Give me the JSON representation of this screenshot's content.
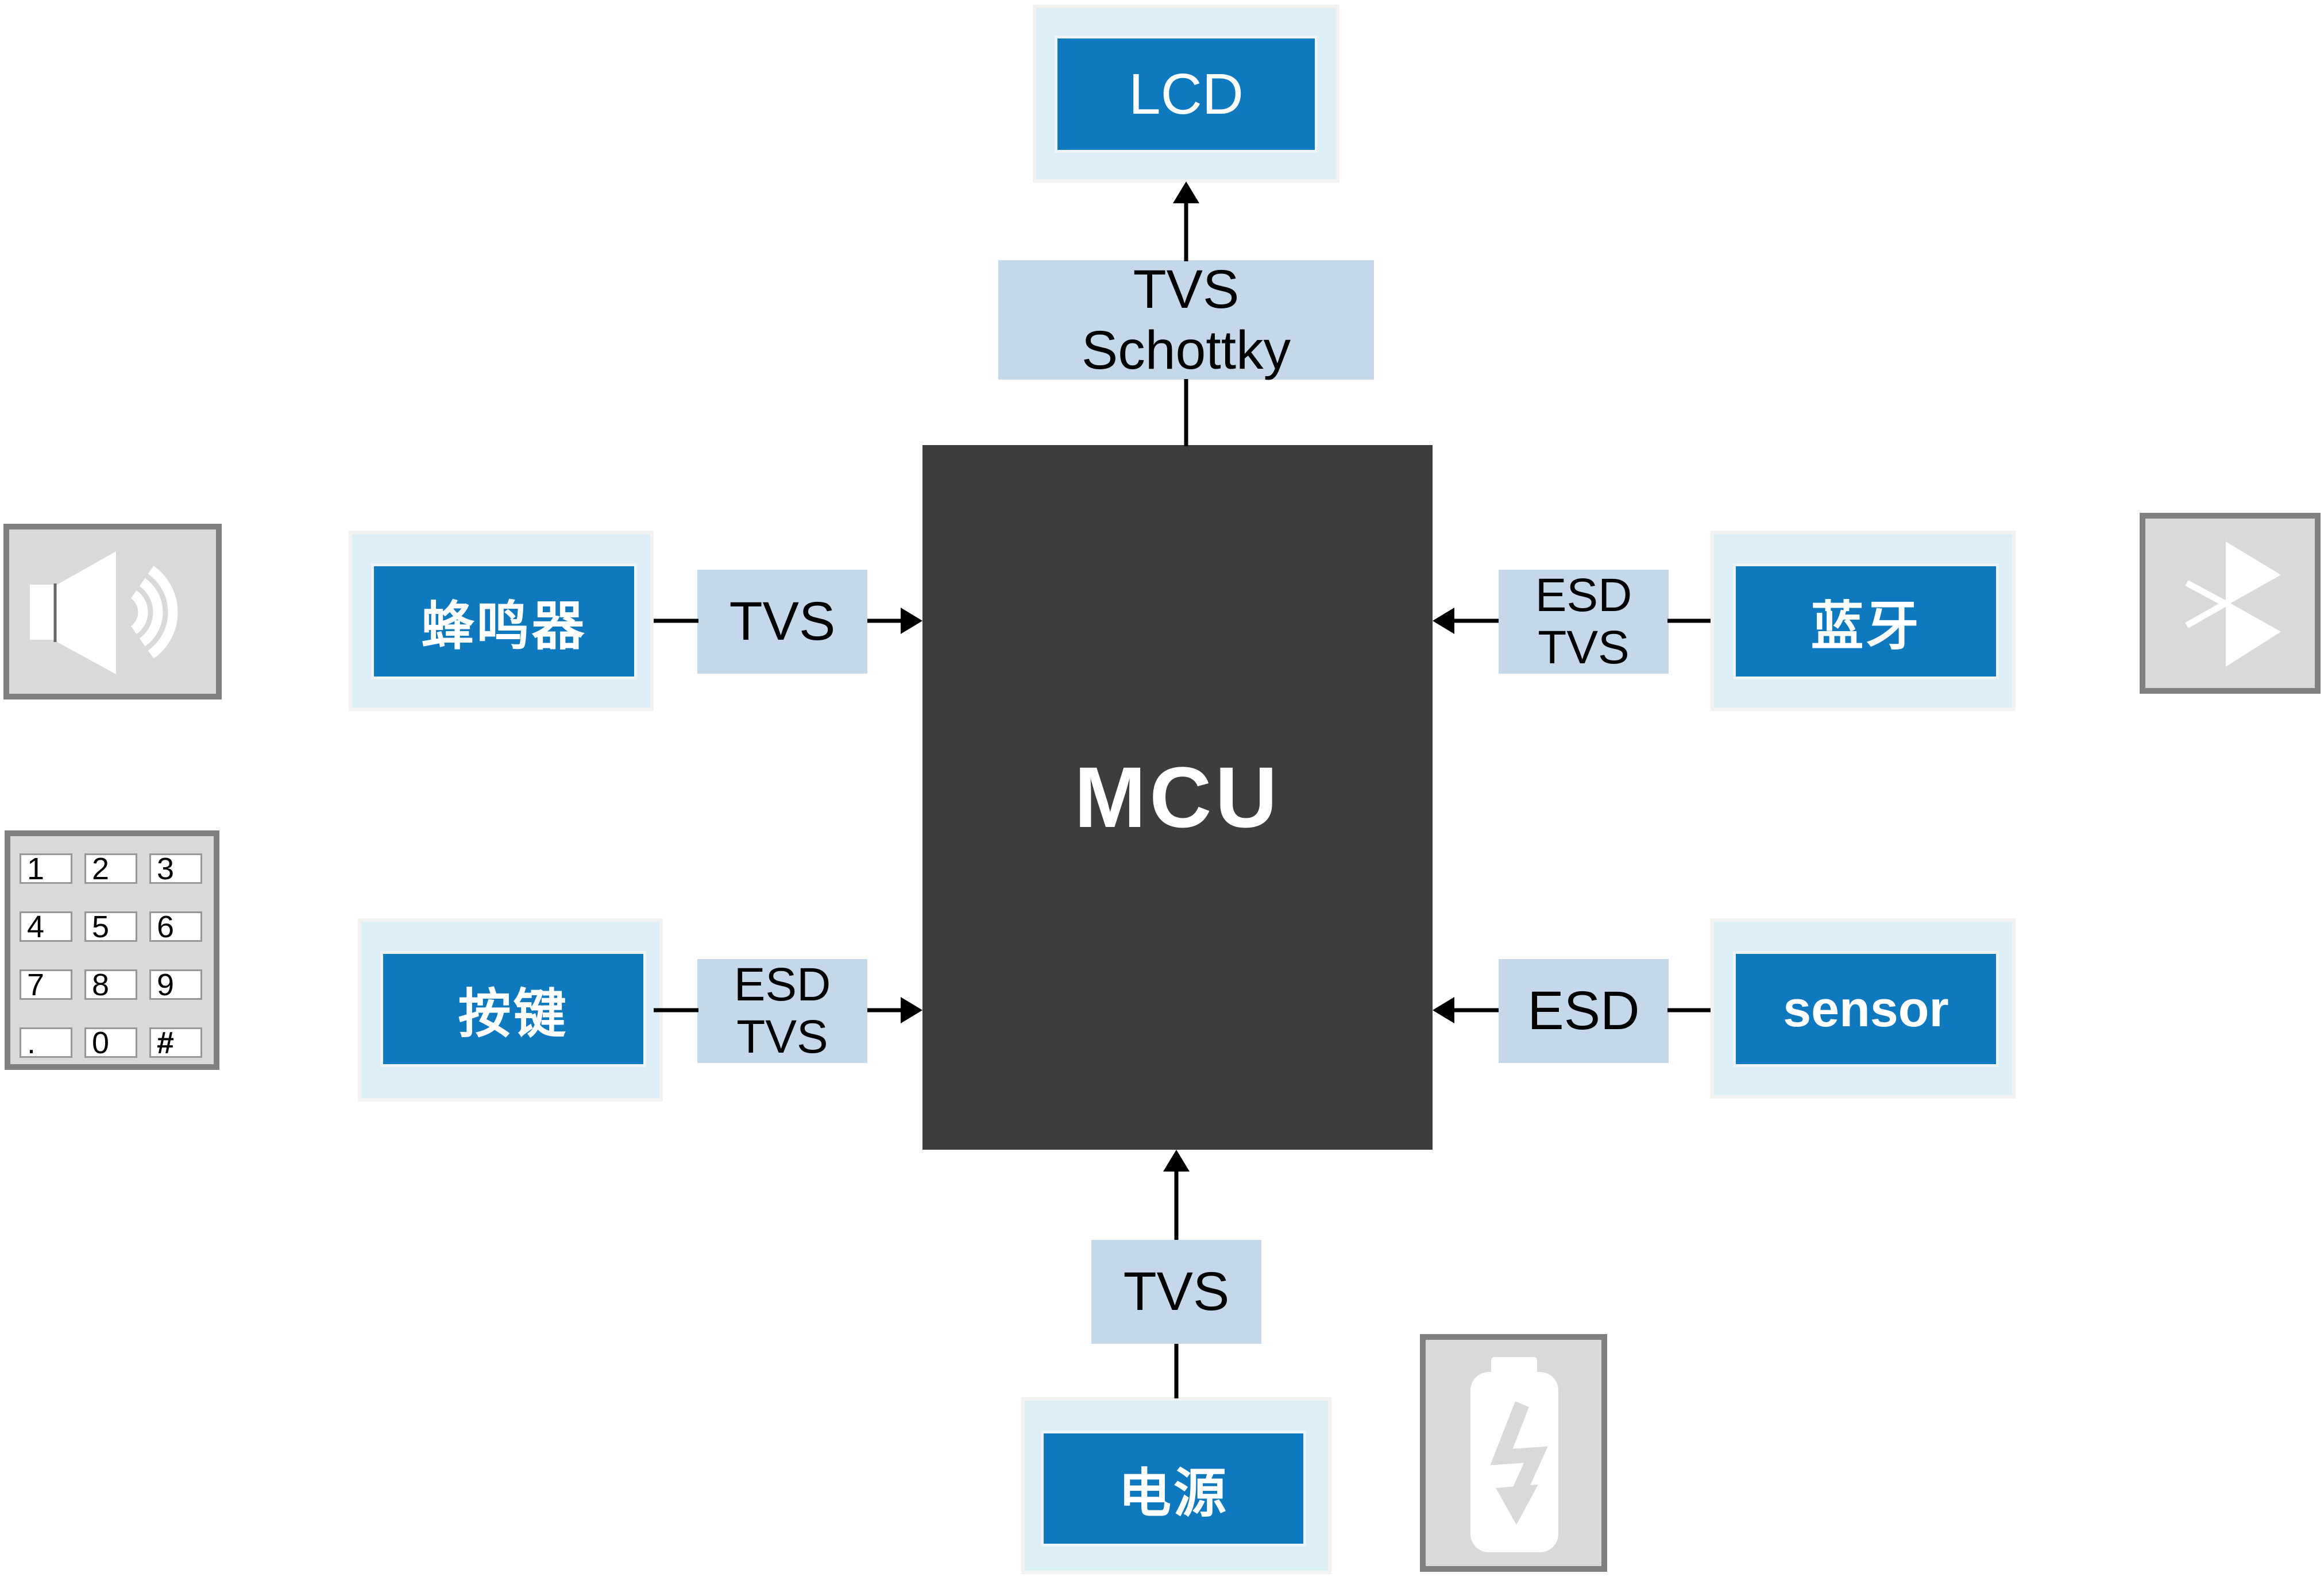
{
  "mcu": {
    "label": "MCU"
  },
  "peripherals": {
    "lcd": {
      "label": "LCD"
    },
    "buzzer": {
      "label": "蜂鸣器"
    },
    "keys": {
      "label": "按键"
    },
    "bluetooth": {
      "label": "蓝牙"
    },
    "sensor": {
      "label": "sensor"
    },
    "power": {
      "label": "电源"
    }
  },
  "protections": {
    "lcd": [
      "TVS",
      "Schottky"
    ],
    "buzzer": [
      "TVS"
    ],
    "keys": [
      "ESD",
      "TVS"
    ],
    "bluetooth": [
      "ESD",
      "TVS"
    ],
    "sensor": [
      "ESD"
    ],
    "power": [
      "TVS"
    ]
  },
  "keypad_keys": [
    "1",
    "2",
    "3",
    "4",
    "5",
    "6",
    "7",
    "8",
    "9",
    ".",
    "0",
    "#"
  ],
  "icons": {
    "left_top": "speaker-icon",
    "left_bottom": "numeric-keypad-icon",
    "right_top": "bluetooth-icon",
    "right_bottom": "battery-charging-icon"
  },
  "colors": {
    "node_fill": "#0e79bf",
    "node_frame": "#dceef6",
    "protection_fill": "#c5d8ea",
    "mcu_fill": "#3d3d3d",
    "icon_fill": "#d9d9d9",
    "icon_border": "#808080",
    "connector": "#000000"
  }
}
